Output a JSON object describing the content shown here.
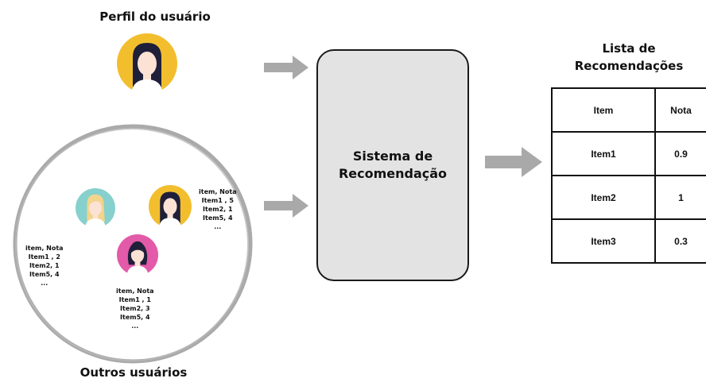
{
  "user_profile": {
    "title": "Perfil do usuário"
  },
  "other_users": {
    "title": "Outros usuários",
    "lists": [
      {
        "lines": [
          "item, Nota",
          "Item1 , 5",
          "Item2, 1",
          "Item5, 4",
          "..."
        ]
      },
      {
        "lines": [
          "item, Nota",
          "Item1 , 2",
          "Item2, 1",
          "Item5, 4",
          "..."
        ]
      },
      {
        "lines": [
          "item, Nota",
          "Item1 , 1",
          "Item2, 3",
          "Item5, 4",
          "..."
        ]
      }
    ]
  },
  "system": {
    "label": "Sistema de\nRecomendação"
  },
  "recommendations": {
    "title_line1": "Lista de",
    "title_line2": "Recomendações",
    "headers": [
      "Item",
      "Nota"
    ],
    "rows": [
      [
        "Item1",
        "0.9"
      ],
      [
        "Item2",
        "1"
      ],
      [
        "Item3",
        "0.3"
      ]
    ]
  },
  "colors": {
    "avatar_yellow": "#f2be2e",
    "avatar_teal": "#86d0cd",
    "avatar_pink": "#e25aa8",
    "hair_dark": "#1f1f3a",
    "hair_blonde": "#f2d48c",
    "skin": "#fbe2d4",
    "arrow_gray": "#a9a9a9",
    "box_fill": "#e3e3e3"
  }
}
